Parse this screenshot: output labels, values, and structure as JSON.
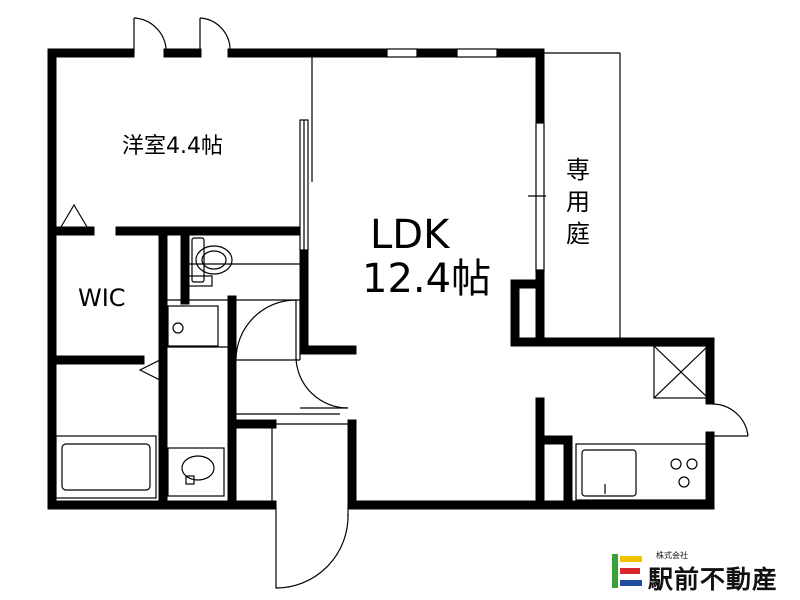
{
  "floorplan": {
    "rooms": {
      "western_room": "洋室4.4帖",
      "ldk_line1": "LDK",
      "ldk_line2": "12.4帖",
      "wic": "WIC",
      "garden_1": "専",
      "garden_2": "用",
      "garden_3": "庭"
    }
  },
  "logo": {
    "company_type": "株式会社",
    "company_name": "駅前不動産",
    "colors": {
      "green": "#3aa03a",
      "yellow": "#f2c200",
      "red": "#d6282d",
      "blue": "#1f4e9c"
    }
  }
}
